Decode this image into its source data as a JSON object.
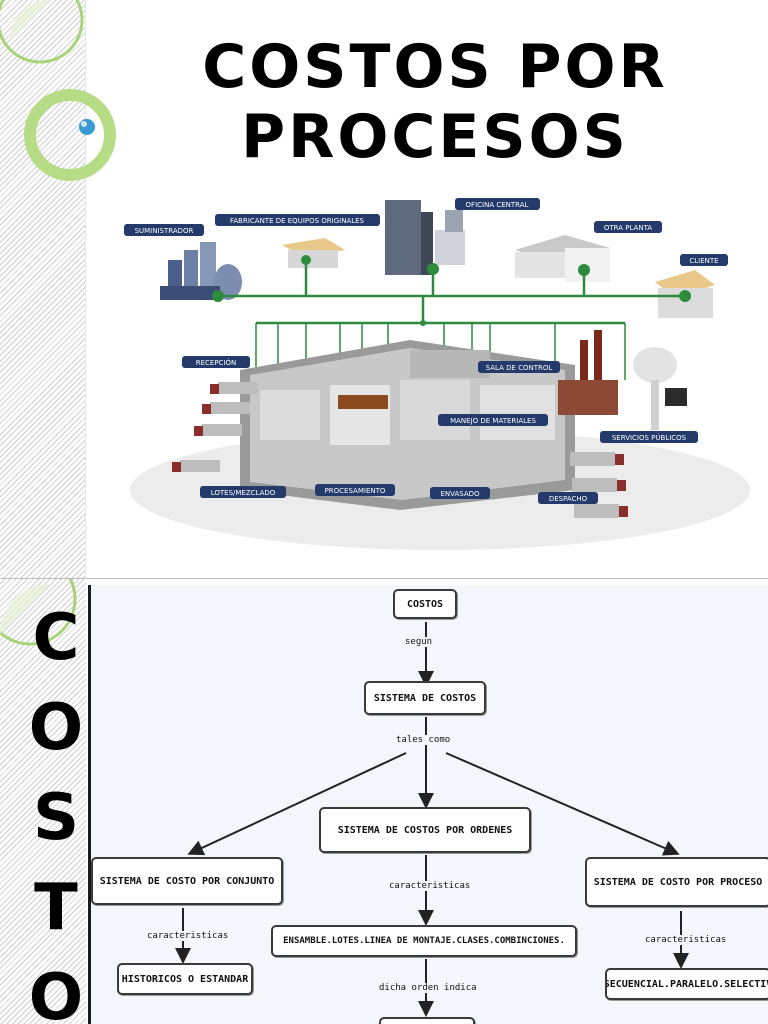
{
  "slide1": {
    "title_line1": "COSTOS POR",
    "title_line2": "PROCESOS",
    "labels": {
      "suministrador": "SUMINISTRADOR",
      "fabricante": "FABRICANTE DE EQUIPOS ORIGINALES",
      "oficina": "OFICINA CENTRAL",
      "otra_planta": "OTRA PLANTA",
      "cliente": "CLIENTE",
      "recepcion": "RECEPCIÓN",
      "sala_control": "SALA DE CONTROL",
      "manejo": "MANEJO DE MATERIALES",
      "servicios": "SERVICIOS PÚBLICOS",
      "lotes": "LOTES/MEZCLADO",
      "procesamiento": "PROCESAMIENTO",
      "envasado": "ENVASADO",
      "despacho": "DESPACHO"
    },
    "colors": {
      "network_line": "#2e8b3e",
      "label_bg": "#243a6b"
    }
  },
  "slide2": {
    "vertical_letters": [
      "C",
      "O",
      "S",
      "T",
      "O"
    ],
    "nodes": {
      "costos": "COSTOS",
      "sistema": "SISTEMA DE COSTOS",
      "ordenes": "SISTEMA DE COSTOS POR ORDENES",
      "conjunto": "SISTEMA DE COSTO POR CONJUNTO",
      "proceso": "SISTEMA DE COSTO POR PROCESO",
      "ensamble": "ENSAMBLE.LOTES.LINEA DE MONTAJE.CLASES.COMBINCIONES.",
      "historicos": "HISTORICOS O ESTANDAR",
      "secuencial": "SECUENCIAL.PARALELO.SELECTIV"
    },
    "links": {
      "segun": "segun",
      "tales_como": "tales como",
      "carac_center": "caracteristicas",
      "carac_left": "caracteristicas",
      "carac_right": "caracteristicas",
      "dicha_orden": "dicha orden indica"
    }
  }
}
